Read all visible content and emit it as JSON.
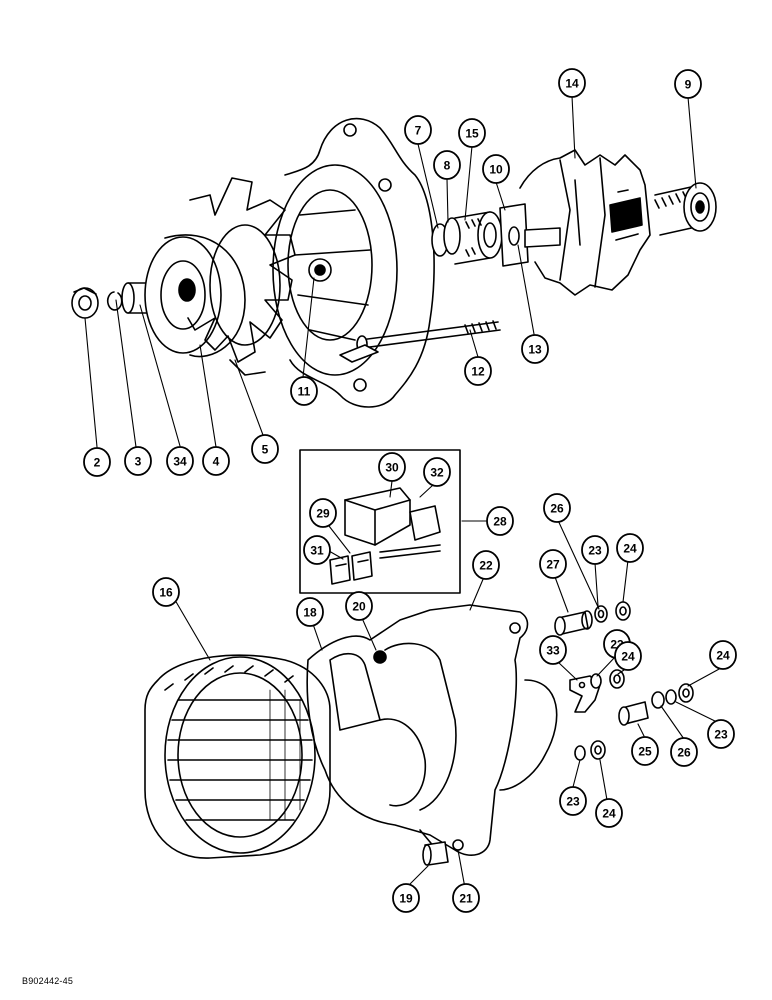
{
  "drawing_ref": "B902442-45",
  "callouts": [
    "2",
    "3",
    "34",
    "4",
    "5",
    "11",
    "12",
    "13",
    "9",
    "14",
    "10",
    "15",
    "8",
    "7",
    "30",
    "32",
    "29",
    "28",
    "31",
    "16",
    "18",
    "20",
    "22",
    "27",
    "26",
    "23",
    "24",
    "33",
    "25",
    "19",
    "21"
  ]
}
